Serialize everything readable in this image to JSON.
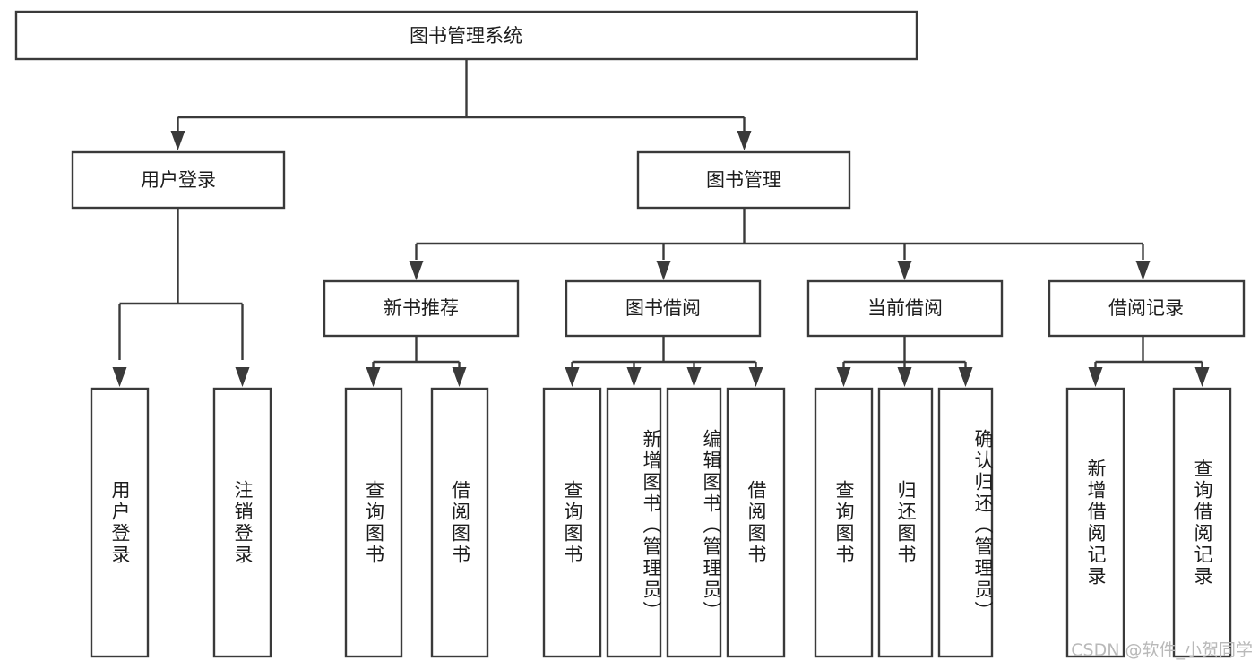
{
  "diagram": {
    "type": "tree-hierarchy",
    "title": "图书管理系统",
    "orientation": "top-down",
    "colors": {
      "box_fill": "#ffffff",
      "box_stroke": "#3a3a3a",
      "text": "#1c1c1c",
      "watermark": "#b9b9b9",
      "background": "#ffffff"
    },
    "root": {
      "label": "图书管理系统"
    },
    "level2": [
      {
        "label": "用户登录"
      },
      {
        "label": "图书管理"
      }
    ],
    "level3": [
      {
        "label": "新书推荐"
      },
      {
        "label": "图书借阅"
      },
      {
        "label": "当前借阅"
      },
      {
        "label": "借阅记录"
      }
    ],
    "leaves": {
      "user_login": [
        {
          "label": "用户登录"
        },
        {
          "label": "注销登录"
        }
      ],
      "new_book_recommend": [
        {
          "label": "查询图书"
        },
        {
          "label": "借阅图书"
        }
      ],
      "book_borrow": [
        {
          "label": "查询图书"
        },
        {
          "label": "新增图书（管理员）"
        },
        {
          "label": "编辑图书（管理员）"
        },
        {
          "label": "借阅图书"
        }
      ],
      "current_borrow": [
        {
          "label": "查询图书"
        },
        {
          "label": "归还图书"
        },
        {
          "label": "确认归还（管理员）"
        }
      ],
      "borrow_record": [
        {
          "label": "新增借阅记录"
        },
        {
          "label": "查询借阅记录"
        }
      ]
    },
    "watermark": "CSDN @软件_小贺同学"
  }
}
